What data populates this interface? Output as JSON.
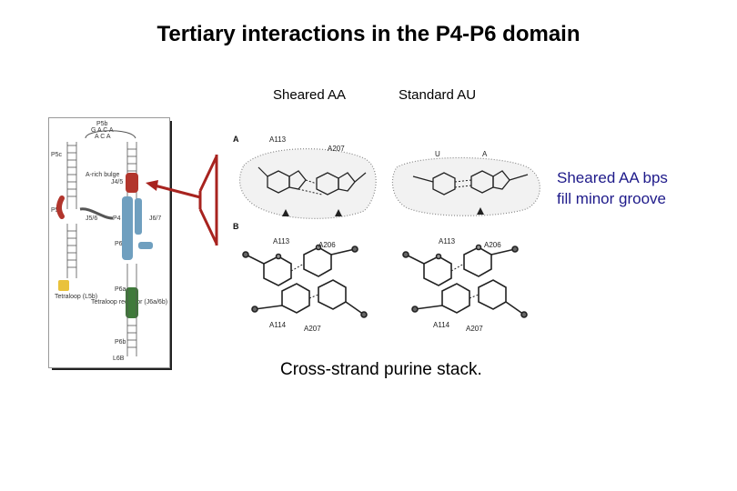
{
  "title": "Tertiary interactions in the P4-P6 domain",
  "headers": {
    "sheared": "Sheared AA",
    "standard": "Standard AU"
  },
  "note": [
    "Sheared AA bps",
    "fill minor groove"
  ],
  "caption": "Cross-strand purine stack.",
  "panels": {
    "a": "A",
    "b": "B",
    "a_labels": {
      "a113": "A113",
      "a207": "A207",
      "u": "U",
      "a": "A"
    },
    "b_labels": {
      "a113": "A113",
      "a206": "A206",
      "a114": "A114",
      "a207": "A207"
    }
  },
  "secondary": {
    "top_label_1": "P5b",
    "top_label_2": "G A C A",
    "top_label_3": "A C A",
    "label_p5c": "P5c",
    "label_p5a": "P5a",
    "label_j45": "J4/5",
    "label_p4": "P4",
    "label_p6": "P6",
    "label_p6a": "P6a",
    "label_p6b": "P6b",
    "label_l6b": "L6B",
    "label_a_rich": "A-rich bulge",
    "label_tetraloop": "Tetraloop (L5b)",
    "label_receptor": "Tetraloop receptor (J6a/6b)",
    "label_j56": "J5/6",
    "label_j67": "J6/7"
  },
  "colors": {
    "arrow": "#a8231f",
    "red": "#b2352c",
    "blue": "#6f9fbf",
    "green": "#3f7a3a",
    "yellow": "#e9c23b",
    "note": "#1e1a8a"
  }
}
